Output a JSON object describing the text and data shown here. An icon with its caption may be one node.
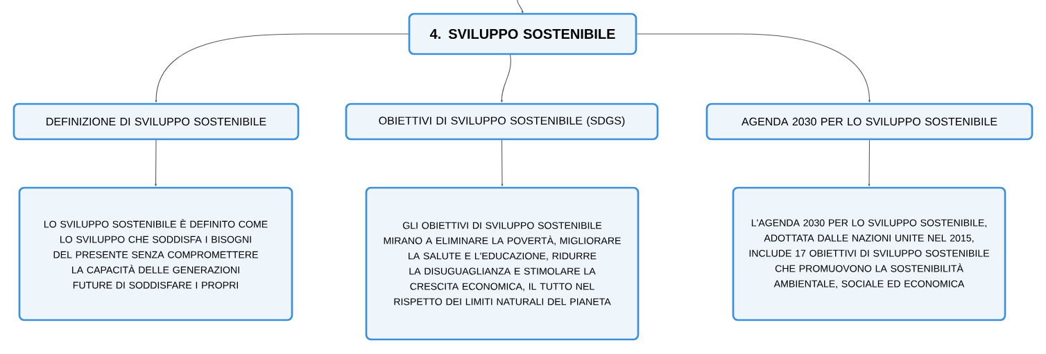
{
  "diagram": {
    "nodes": [
      {
        "text": [
          "4. SVILUPPO SOSTENIBILE"
        ]
      },
      {
        "text": [
          "DEFINIZIONE DI SVILUPPO SOSTENIBILE"
        ]
      },
      {
        "text": [
          "OBIETTIVI DI SVILUPPO SOSTENIBILE (SDGS)"
        ]
      },
      {
        "text": [
          "AGENDA 2030 PER LO SVILUPPO SOSTENIBILE"
        ]
      },
      {
        "text": [
          "LO SVILUPPO SOSTENIBILE È DEFINITO COME LO SVILUPPO CHE SODDISFA I BISOGNI DEL PRESENTE SENZA COMPROMETTERE LA CAPACITÀ DELLE GENERAZIONI FUTURE DI SODDISFARE I PROPRI"
        ]
      },
      {
        "text": [
          "GLI OBIETTIVI DI SVILUPPO SOSTENIBILE MIRANO A ELIMINARE LA POVERTÀ, MIGLIORARE LA SALUTE E L'EDUCAZIONE, RIDURRE LA DISUGUAGLIANZA E STIMOLARE LA CRESCITA ECONOMICA, IL TUTTO NEL RISPETTO DEI LIMITI NATURALI DEL PIANETA"
        ]
      },
      {
        "text": [
          "L'AGENDA 2030 PER LO SVILUPPO SOSTENIBILE, ADOTTATA DALLE NAZIONI UNITE NEL 2015, INCLUDE 17 OBIETTIVI DI SVILUPPO SOSTENIBILE CHE PROMUOVONO LA SOSTENIBILITÀ AMBIENTALE, SOCIALE ED ECONOMICA"
        ]
      }
    ],
    "edges": [
      {
        "from": null,
        "to": 0,
        "arrow": "to"
      },
      {
        "from": 0,
        "to": 1,
        "arrow": "to"
      },
      {
        "from": 0,
        "to": 2,
        "arrow": "to"
      },
      {
        "from": 0,
        "to": 3,
        "arrow": "to"
      },
      {
        "from": 1,
        "to": 4,
        "arrow": "to"
      },
      {
        "from": 2,
        "to": 5,
        "arrow": "to"
      },
      {
        "from": 3,
        "to": 6,
        "arrow": "to"
      }
    ]
  }
}
